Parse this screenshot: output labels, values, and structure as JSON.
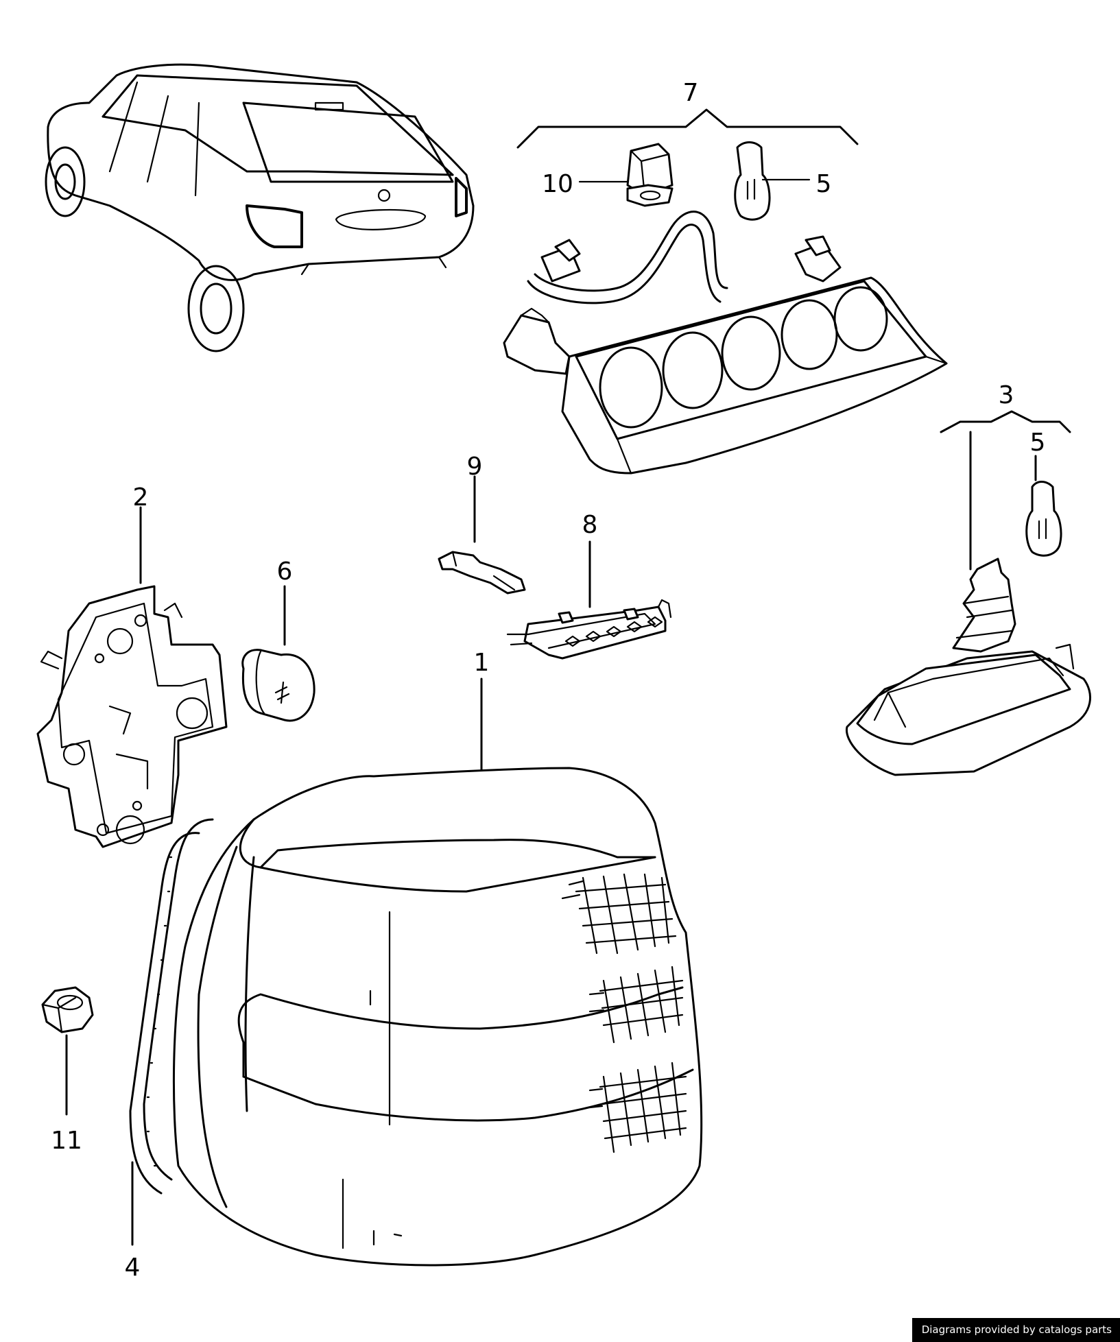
{
  "callouts": {
    "c1": "1",
    "c2": "2",
    "c3": "3",
    "c4": "4",
    "c5a": "5",
    "c5b": "5",
    "c6": "6",
    "c7": "7",
    "c8": "8",
    "c9": "9",
    "c10": "10",
    "c11": "11"
  },
  "watermark": "Diagrams provided by catalogs parts"
}
